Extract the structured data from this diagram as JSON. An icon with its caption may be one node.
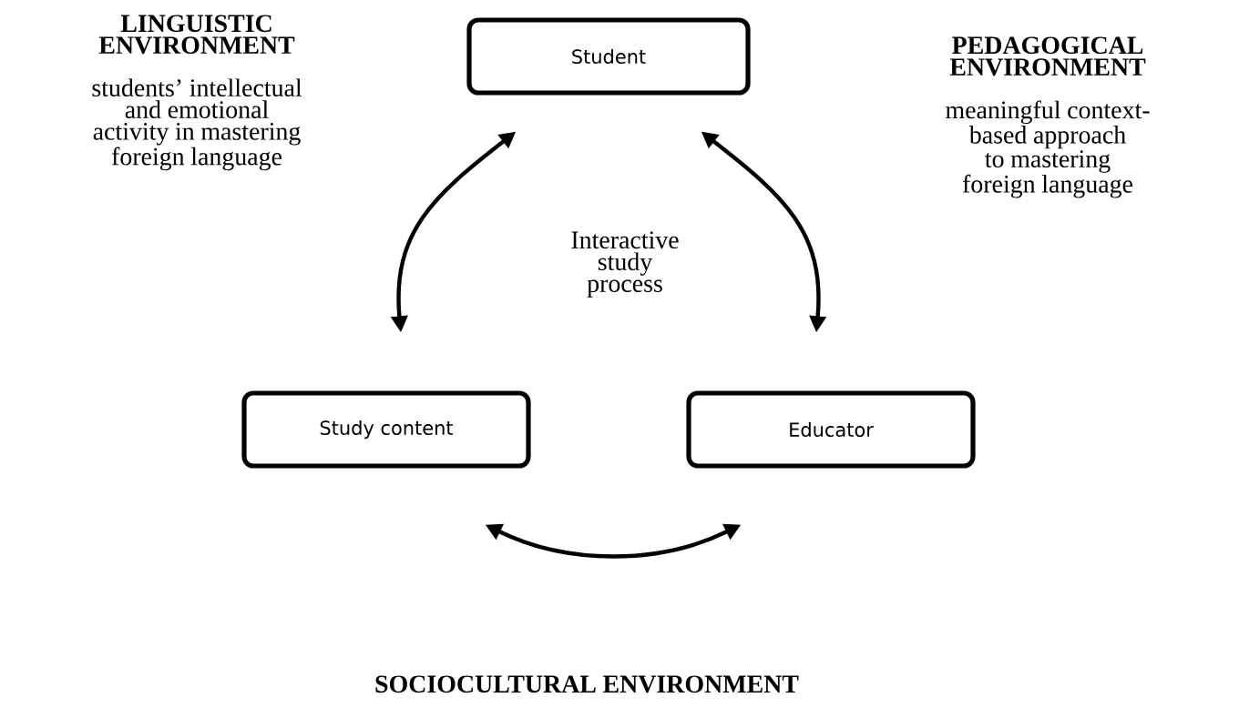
{
  "diagram": {
    "nodes": [
      {
        "text": [
          "Student"
        ]
      },
      {
        "text": [
          "Study content"
        ]
      },
      {
        "text": [
          "Educator"
        ]
      }
    ],
    "edges": [
      {
        "from": 0,
        "to": 1,
        "arrow": "both"
      },
      {
        "from": 0,
        "to": 2,
        "arrow": "both"
      },
      {
        "from": 1,
        "to": 2,
        "arrow": "both"
      }
    ],
    "labels": [
      "LINGUISTIC ENVIRONMENT",
      "students’ intellectual and emotional activity in mastering foreign language",
      "PEDAGOGICAL ENVIRONMENT",
      "meaningful context-based approach to mastering foreign language",
      "Interactive study process",
      "SOCIOCULTURAL ENVIRONMENT"
    ]
  }
}
